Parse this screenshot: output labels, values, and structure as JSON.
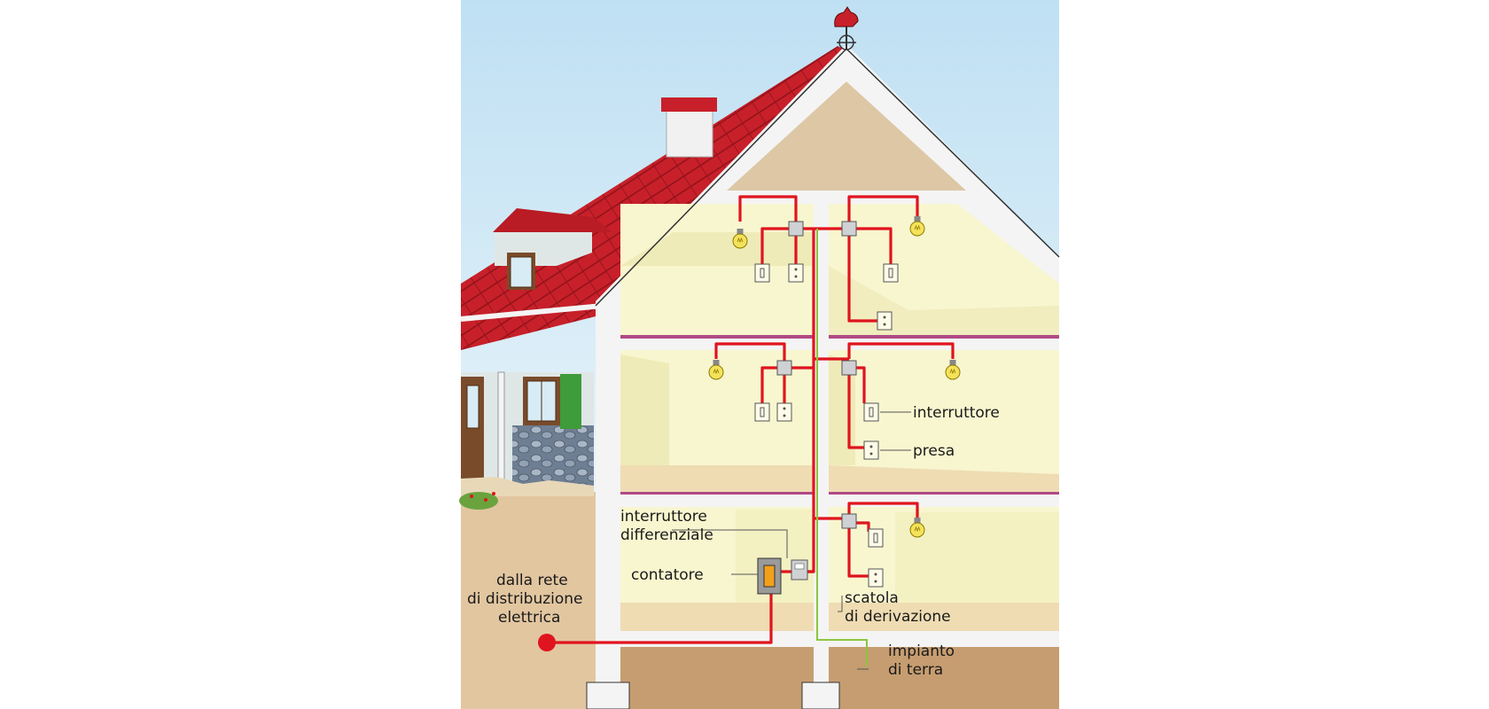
{
  "labels": {
    "interruttore": "interruttore",
    "presa": "presa",
    "differenziale_1": "interruttore",
    "differenziale_2": "differenziale",
    "contatore": "contatore",
    "rete_1": "dalla rete",
    "rete_2": "di distribuzione",
    "rete_3": "elettrica",
    "scatola_1": "scatola",
    "scatola_2": "di derivazione",
    "terra_1": "impianto",
    "terra_2": "di terra"
  },
  "colors": {
    "sky": "#cfe8f5",
    "roof": "#c8202a",
    "wall_yellow": "#f8f6cf",
    "wire_red": "#e0141e",
    "earth_wire": "#8cc63f",
    "ground": "#e2c6a0",
    "counter_orange": "#f2a01c"
  },
  "icons": [
    "rooster-weathervane-icon",
    "light-bulb-icon",
    "wall-switch-icon",
    "power-outlet-icon",
    "junction-box-icon",
    "electric-meter-icon",
    "residual-current-device-icon"
  ]
}
